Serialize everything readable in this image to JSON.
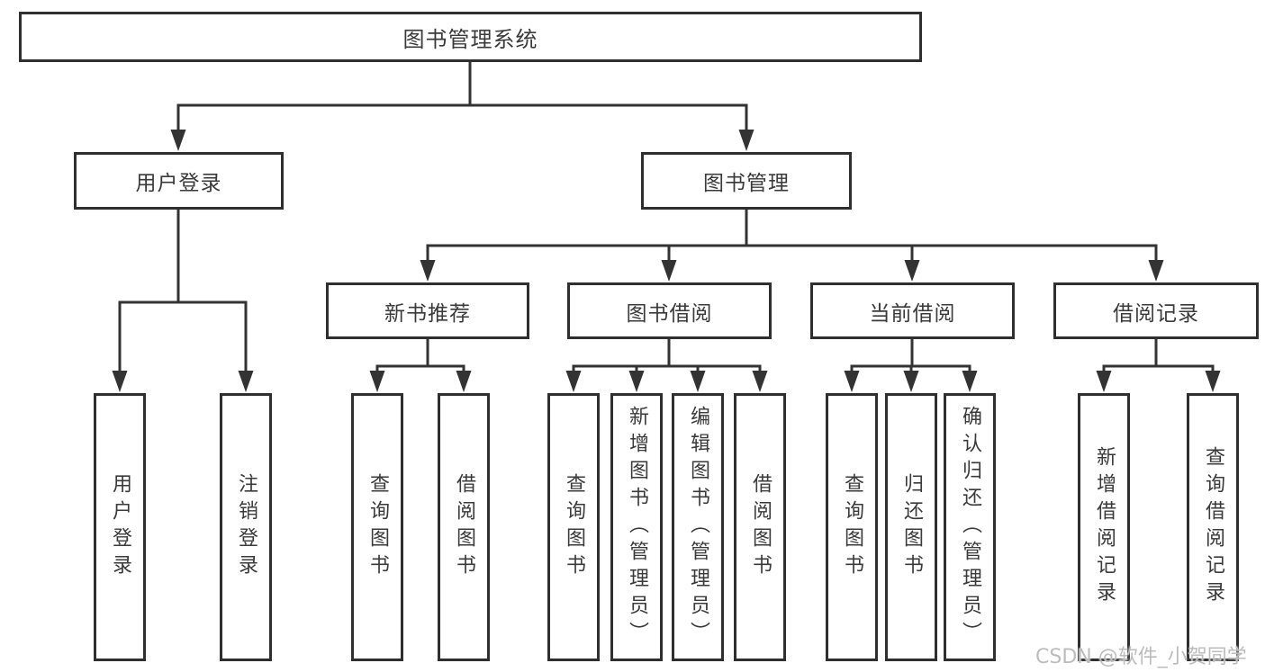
{
  "diagram": {
    "root": {
      "label": "图书管理系统"
    },
    "level2": {
      "user_login": {
        "label": "用户登录"
      },
      "book_mgmt": {
        "label": "图书管理"
      }
    },
    "level3": {
      "new_book_rec": {
        "label": "新书推荐"
      },
      "book_borrow": {
        "label": "图书借阅"
      },
      "current_borrow": {
        "label": "当前借阅"
      },
      "borrow_record": {
        "label": "借阅记录"
      }
    },
    "leaves": {
      "user_login": [
        "用户登录",
        "注销登录"
      ],
      "new_book_rec": [
        "查询图书",
        "借阅图书"
      ],
      "book_borrow": [
        "查询图书",
        "新增图书（管理员）",
        "编辑图书（管理员）",
        "借阅图书"
      ],
      "current_borrow": [
        "查询图书",
        "归还图书",
        "确认归还（管理员）"
      ],
      "borrow_record": [
        "新增借阅记录",
        "查询借阅记录"
      ]
    },
    "watermark": "CSDN @软件_小贺同学",
    "colors": {
      "line": "#333333",
      "border": "#2f2f2f",
      "text": "#3a3a3a",
      "background": "#ffffff",
      "watermark": "#bcbcbc"
    }
  }
}
